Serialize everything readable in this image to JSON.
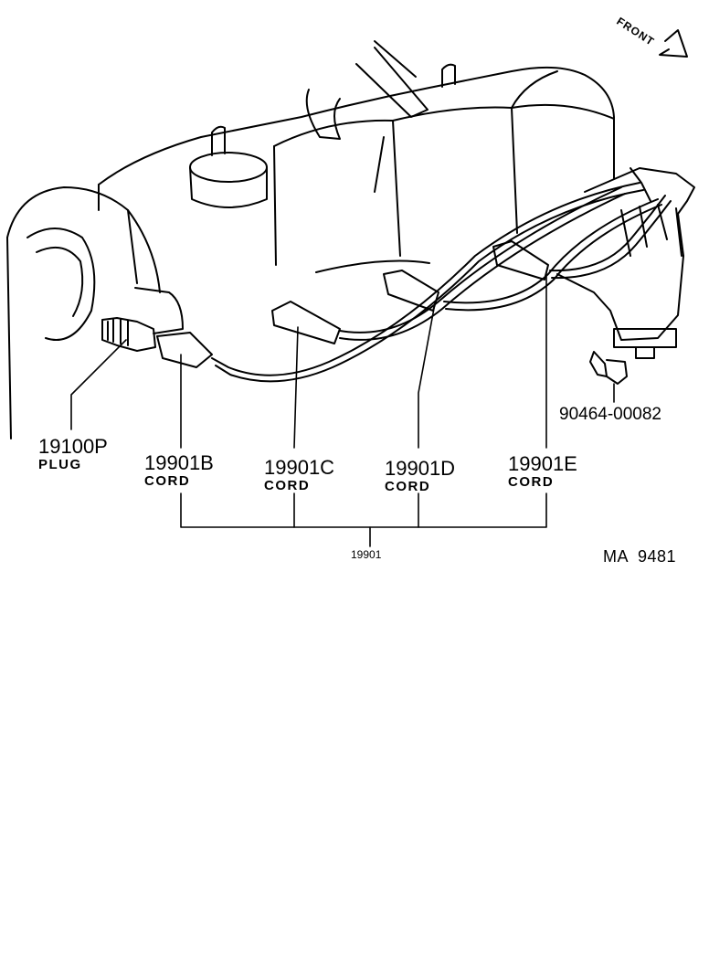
{
  "direction_marker": {
    "text": "FRONT",
    "icon": "arrow-icon"
  },
  "parts": [
    {
      "number": "19100P",
      "name": "PLUG"
    },
    {
      "number": "19901B",
      "name": "CORD"
    },
    {
      "number": "19901C",
      "name": "CORD"
    },
    {
      "number": "19901D",
      "name": "CORD"
    },
    {
      "number": "19901E",
      "name": "CORD"
    },
    {
      "number": "90464-00082",
      "name": ""
    }
  ],
  "assembly_number": "19901",
  "figure_code": "MA  9481"
}
